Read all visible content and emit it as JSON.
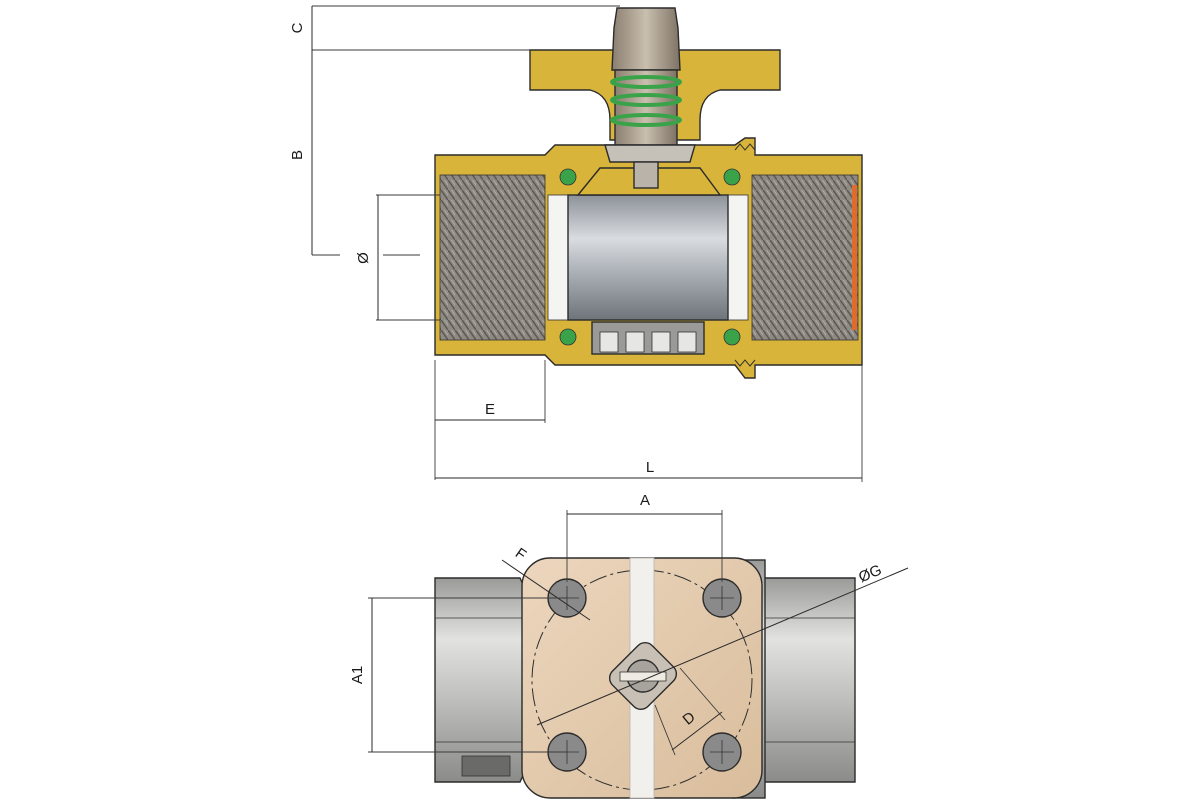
{
  "labels": {
    "c": "C",
    "b": "B",
    "bore": "Ø",
    "e": "E",
    "l": "L",
    "a": "A",
    "f": "F",
    "g": "ØG",
    "a1": "A1",
    "d": "D"
  },
  "colors": {
    "brass": "#d8b43a",
    "brass_dark": "#a8841c",
    "thread_grey": "#8a8580",
    "ball_grey": "#b8bcc2",
    "seal_green": "#3aa34a",
    "plate_tan": "#e6ccb0",
    "body_grey": "#c2c2c0"
  }
}
